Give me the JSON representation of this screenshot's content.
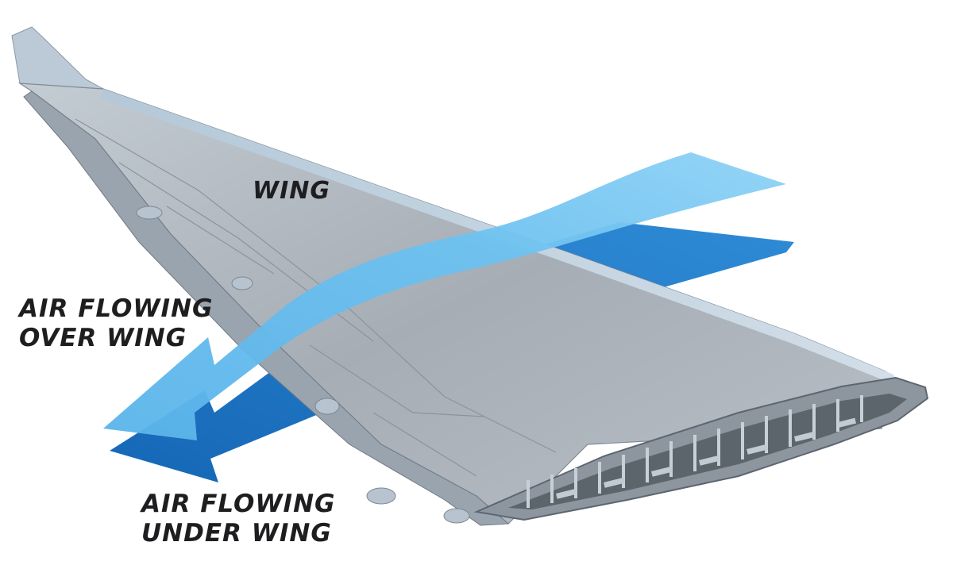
{
  "labels": {
    "wing": "WING",
    "air_over_line1": "AIR FLOWING",
    "air_over_line2": "OVER WING",
    "air_under_line1": "AIR FLOWING",
    "air_under_line2": "UNDER WING"
  },
  "colors": {
    "background": "#ffffff",
    "wing_surface": "#a7aeb6",
    "wing_edge": "#c8d7e4",
    "airflow_over": "#5cb8ec",
    "airflow_under": "#1d74c2",
    "label_text": "#1e1e20"
  }
}
